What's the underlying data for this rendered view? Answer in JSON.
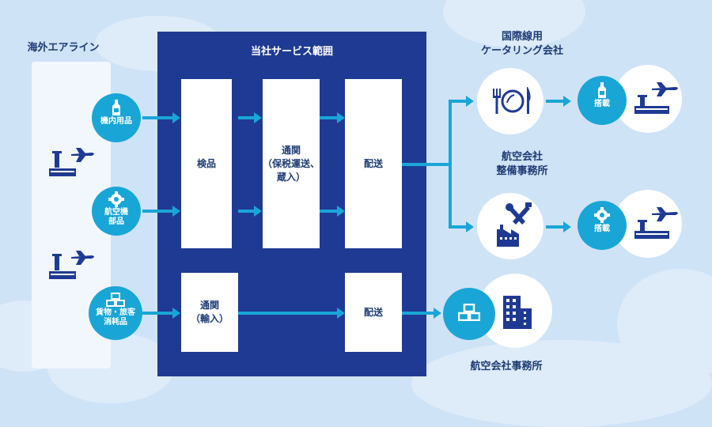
{
  "left": {
    "title": "海外エアライン",
    "items": [
      {
        "label": "機内用品",
        "icon": "bottle-icon"
      },
      {
        "label": "航空機\n部品",
        "icon": "gear-icon"
      },
      {
        "label": "貨物・旅客\n消耗品",
        "icon": "boxes-icon"
      }
    ]
  },
  "scope": {
    "title": "当社サービス範囲",
    "inspection": "検品",
    "customs_bonded": "通関\n（保税運送、\n蔵入）",
    "delivery_top": "配送",
    "customs_import": "通関\n（輸入）",
    "delivery_bottom": "配送"
  },
  "right": {
    "catering_title": "国際線用\nケータリング会社",
    "maintenance_title": "航空会社\n整備事務所",
    "office_title": "航空会社事務所",
    "loading_label_1": "搭載",
    "loading_label_2": "搭載"
  },
  "colors": {
    "navy": "#1f3a93",
    "teal": "#19a6d6",
    "text": "#1d3a73",
    "background": "#cfe3f7"
  }
}
